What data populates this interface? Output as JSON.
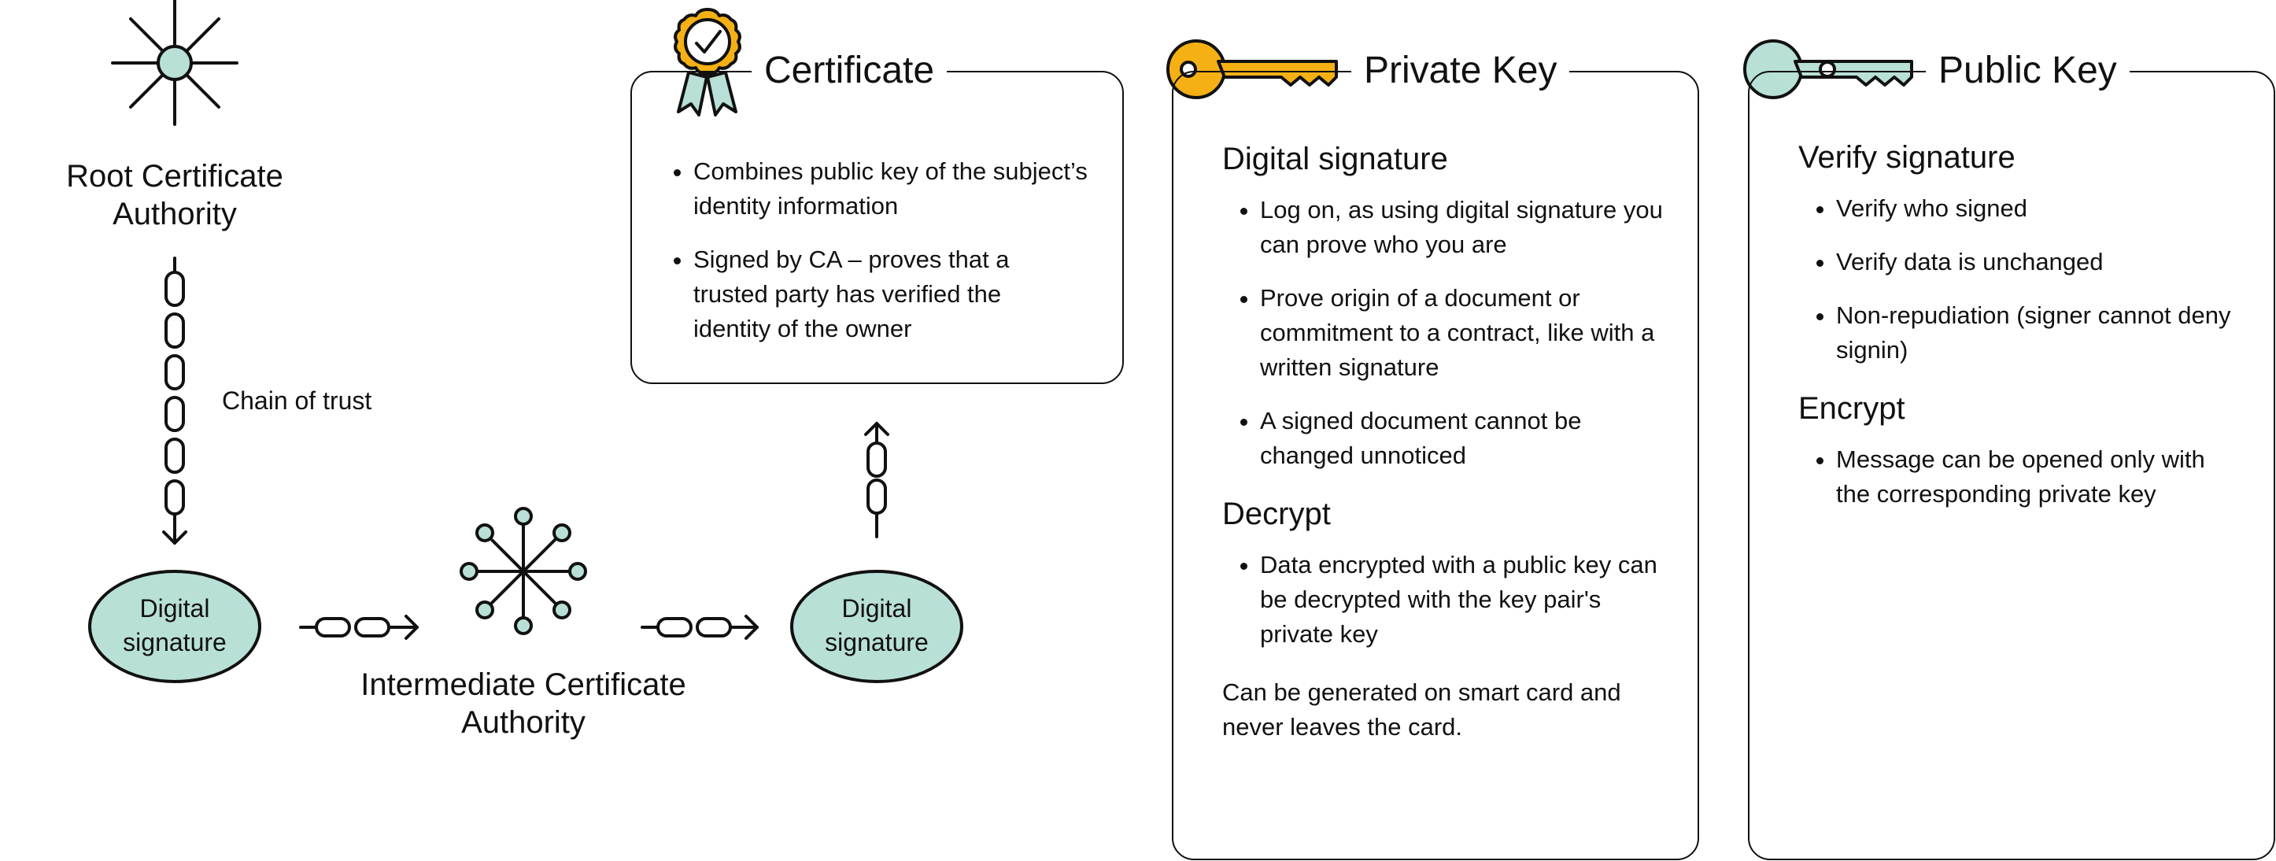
{
  "colors": {
    "ink": "#111111",
    "mint": "#b8e0d6",
    "gold": "#f5b014",
    "background": "#ffffff"
  },
  "icons": [
    "sun-burst-icon",
    "hub-node-icon",
    "chain-link-icon",
    "arrow-icon",
    "award-badge-icon",
    "gold-key-icon",
    "mint-key-icon"
  ],
  "root_ca": {
    "label": "Root Certificate Authority"
  },
  "chain_of_trust": {
    "label": "Chain of trust"
  },
  "digital_signature_left": {
    "label": "Digital signature"
  },
  "digital_signature_right": {
    "label": "Digital signature"
  },
  "intermediate_ca": {
    "label": "Intermediate Certificate Authority"
  },
  "certificate": {
    "title": "Certificate",
    "bullets": [
      "Combines public key of the subject’s identity information",
      "Signed by CA – proves that a trusted party has verified the identity of the owner"
    ]
  },
  "private_key": {
    "title": "Private Key",
    "sections": [
      {
        "heading": "Digital signature",
        "bullets": [
          "Log on, as using digital signature you can prove who you are",
          "Prove origin of a document or commitment to a contract, like with a written signature",
          "A signed document cannot be changed unnoticed"
        ]
      },
      {
        "heading": "Decrypt",
        "bullets": [
          "Data encrypted with a public key can be decrypted with the key pair's private key"
        ]
      }
    ],
    "note": "Can be generated on smart card and never leaves the card."
  },
  "public_key": {
    "title": "Public Key",
    "sections": [
      {
        "heading": "Verify signature",
        "bullets": [
          "Verify who signed",
          "Verify data is unchanged",
          "Non-repudiation (signer cannot deny signin)"
        ]
      },
      {
        "heading": "Encrypt",
        "bullets": [
          "Message can be opened only with the corresponding private key"
        ]
      }
    ]
  }
}
